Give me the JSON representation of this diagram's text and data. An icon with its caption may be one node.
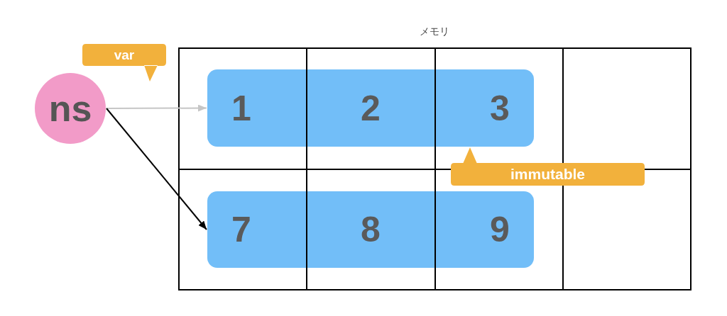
{
  "diagram": {
    "nodes": [
      {
        "text": [
          "メモリ"
        ]
      },
      {
        "text": [
          "var"
        ]
      },
      {
        "text": [
          "ns"
        ]
      },
      {
        "text": [
          "1",
          "2",
          "3"
        ],
        "in": 0
      },
      {
        "text": [
          "immutable"
        ],
        "in": 0
      },
      {
        "text": [
          "7",
          "8",
          "9"
        ],
        "in": 0
      }
    ],
    "edges": [
      {
        "from": 2,
        "to": 3,
        "arrow": "to",
        "color": "#c6c6c6"
      },
      {
        "from": 2,
        "to": 5,
        "arrow": "to",
        "color": "#000000"
      }
    ]
  }
}
